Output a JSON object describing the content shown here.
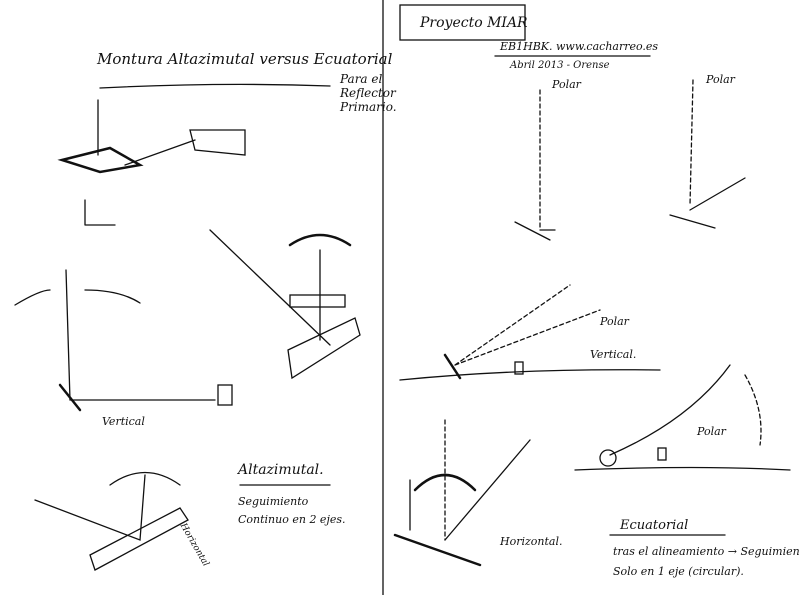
{
  "title": "Montura Altazimutal versus Ecuatorial",
  "subtitle": "Para el Reflector Primario.",
  "project": "Proyecto MIAR",
  "author": "EB1HBK. www.cacharreo.es",
  "date": "Abril 2013 - Orense",
  "labels": {
    "polar_1": "Polar",
    "polar_2": "Polar",
    "polar_3": "Polar",
    "polar_4": "Polar",
    "vertical_left": "Vertical",
    "vertical_mid": "Vertical.",
    "horizontal_left": "Horizontal",
    "horizontal_mid": "Horizontal."
  },
  "altazimutal": {
    "heading": "Altazimutal.",
    "note_1": "Seguimiento",
    "note_2": "Continuo en 2 ejes."
  },
  "ecuatorial": {
    "heading": "Ecuatorial",
    "note_1": "tras el alineamiento → Seguimiento",
    "note_2": "Solo en 1 eje (circular)."
  }
}
